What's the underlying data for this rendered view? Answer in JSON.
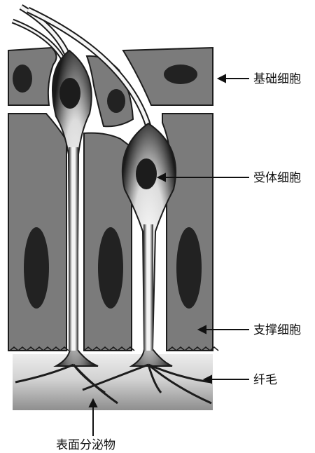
{
  "diagram": {
    "labels": {
      "basal_cells": "基础细胞",
      "receptor_cells": "受体细胞",
      "supporting_cells": "支撑细胞",
      "cilia": "纤毛",
      "surface_secretion": "表面分泌物"
    }
  },
  "colors": {
    "cell_fill": "#7b7b7b",
    "nucleus": "#222222",
    "outline": "#1c1c1c",
    "background": "#ffffff"
  }
}
